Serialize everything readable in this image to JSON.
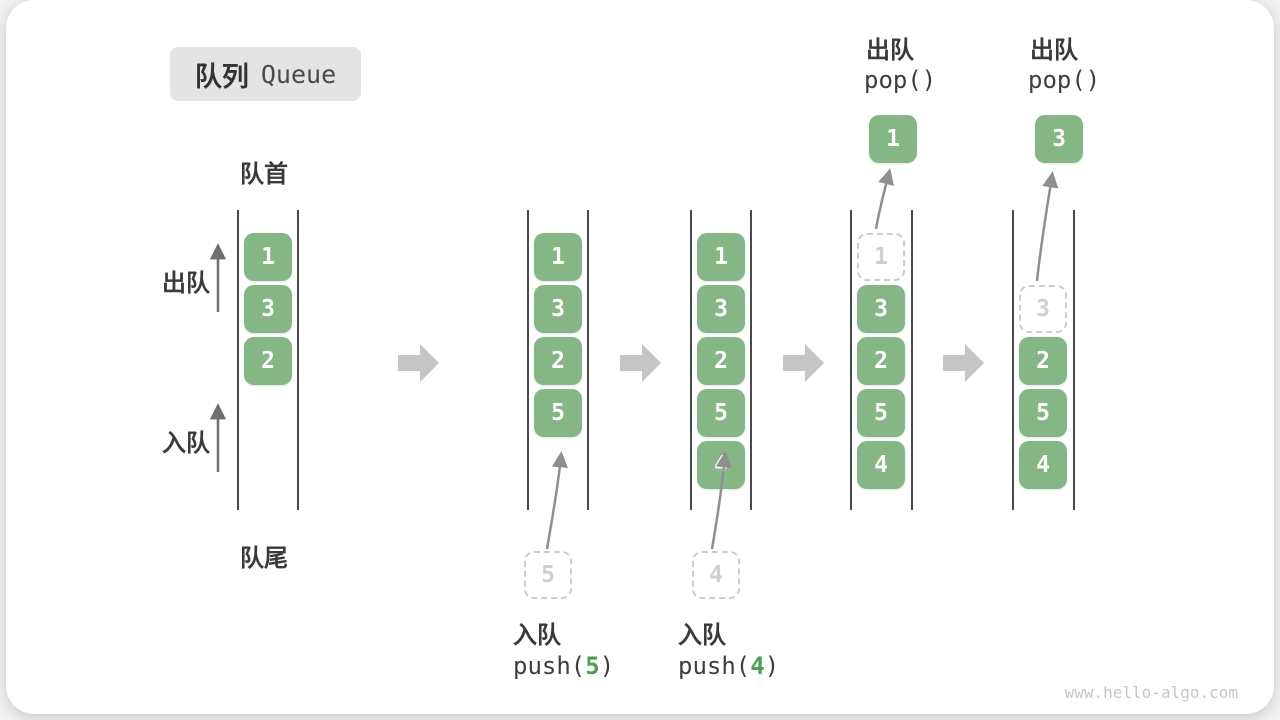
{
  "title": {
    "zh": "队列",
    "en": "Queue"
  },
  "labels": {
    "head": "队首",
    "tail": "队尾",
    "dequeue": "出队",
    "enqueue": "入队"
  },
  "diagram": {
    "steps": [
      {
        "name": "initial",
        "cells": [
          "1",
          "3",
          "2"
        ]
      },
      {
        "name": "after-push-5",
        "cells": [
          "1",
          "3",
          "2",
          "5"
        ],
        "pending": "5"
      },
      {
        "name": "after-push-4",
        "cells": [
          "1",
          "3",
          "2",
          "5",
          "4"
        ],
        "pending": "4"
      },
      {
        "name": "after-pop-1",
        "ghost": "1",
        "cells": [
          "3",
          "2",
          "5",
          "4"
        ],
        "popped": "1"
      },
      {
        "name": "after-pop-3",
        "ghost": "3",
        "cells": [
          "2",
          "5",
          "4"
        ],
        "popped": "3"
      }
    ]
  },
  "ops": {
    "enqueue5": {
      "zh": "入队",
      "fn": "push(",
      "arg": "5",
      "close": ")"
    },
    "enqueue4": {
      "zh": "入队",
      "fn": "push(",
      "arg": "4",
      "close": ")"
    },
    "pop1": {
      "zh": "出队",
      "code": "pop()"
    },
    "pop2": {
      "zh": "出队",
      "code": "pop()"
    }
  },
  "colors": {
    "cell_green": "#85b685",
    "arg_green": "#4f9e51",
    "block_arrow_gray": "#c5c5c5",
    "wall_gray": "#4a4a4a",
    "ghost_gray": "#cfcfcf",
    "connector_gray": "#8f8f8f"
  },
  "watermark": "www.hello-algo.com"
}
